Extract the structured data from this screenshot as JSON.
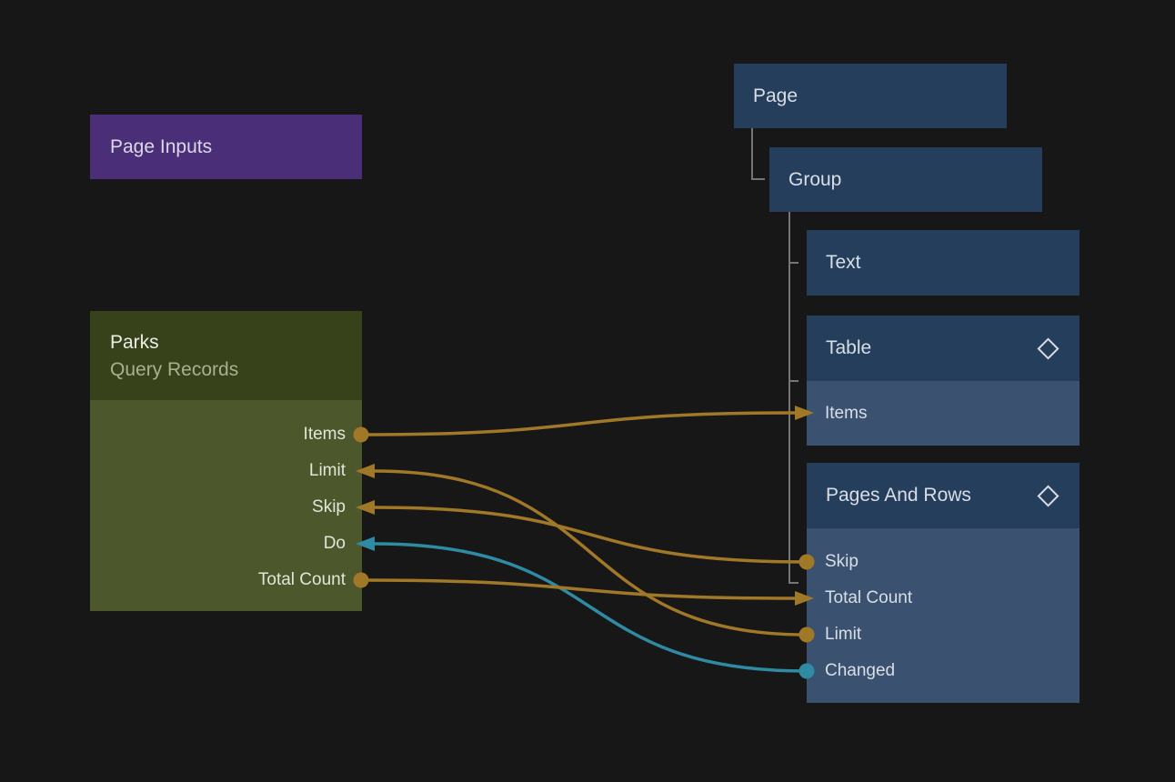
{
  "colors": {
    "background": "#171717",
    "purple_node": "#4b2e78",
    "green_header": "#37421b",
    "green_body": "#4c572b",
    "blue_header": "#243e5c",
    "blue_body": "#3a5270",
    "wire_gold": "#a07827",
    "wire_teal": "#2e8ba3",
    "tree_line": "#757575"
  },
  "page_inputs": {
    "title": "Page Inputs"
  },
  "parks": {
    "title": "Parks",
    "subtitle": "Query Records",
    "ports": [
      {
        "label": "Items",
        "kind": "output",
        "color": "gold"
      },
      {
        "label": "Limit",
        "kind": "input",
        "color": "gold"
      },
      {
        "label": "Skip",
        "kind": "input",
        "color": "gold"
      },
      {
        "label": "Do",
        "kind": "input",
        "color": "teal"
      },
      {
        "label": "Total Count",
        "kind": "output",
        "color": "gold"
      }
    ]
  },
  "tree": {
    "page": {
      "label": "Page"
    },
    "group": {
      "label": "Group"
    },
    "text": {
      "label": "Text"
    },
    "table": {
      "label": "Table",
      "icon": "diamond-icon",
      "ports": [
        {
          "label": "Items",
          "kind": "input",
          "color": "gold"
        }
      ]
    },
    "pages_and_rows": {
      "label": "Pages And Rows",
      "icon": "diamond-icon",
      "ports": [
        {
          "label": "Skip",
          "kind": "output",
          "color": "gold"
        },
        {
          "label": "Total Count",
          "kind": "input",
          "color": "gold"
        },
        {
          "label": "Limit",
          "kind": "output",
          "color": "gold"
        },
        {
          "label": "Changed",
          "kind": "output",
          "color": "teal"
        }
      ]
    }
  },
  "connections": [
    {
      "from": "Parks.Items",
      "to": "Table.Items",
      "color": "gold"
    },
    {
      "from": "Pages And Rows.Skip",
      "to": "Parks.Skip",
      "color": "gold"
    },
    {
      "from": "Pages And Rows.Limit",
      "to": "Parks.Limit",
      "color": "gold"
    },
    {
      "from": "Pages And Rows.Changed",
      "to": "Parks.Do",
      "color": "teal"
    },
    {
      "from": "Parks.Total Count",
      "to": "Pages And Rows.Total Count",
      "color": "gold"
    }
  ]
}
